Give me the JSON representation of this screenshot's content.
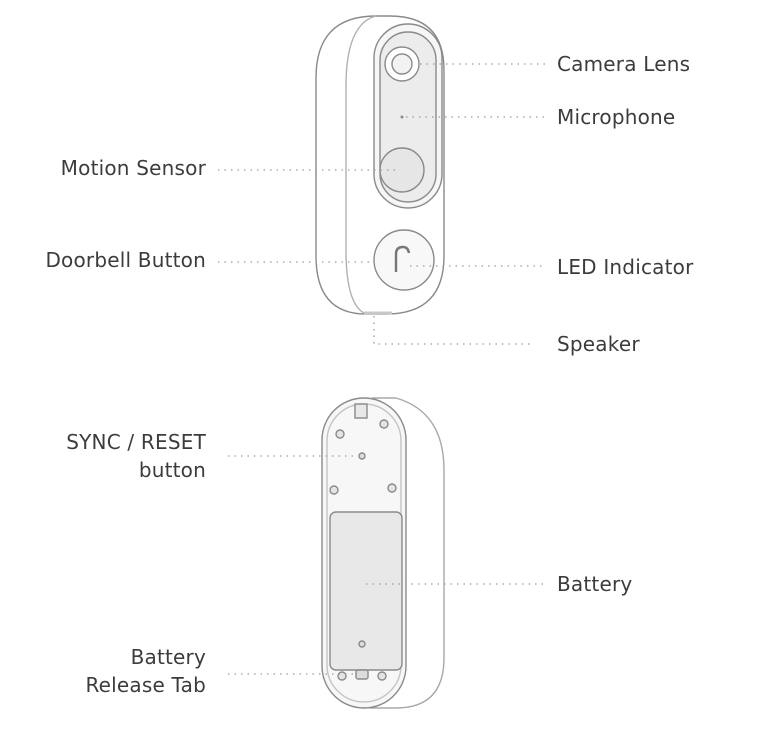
{
  "front_labels": {
    "camera_lens": "Camera Lens",
    "microphone": "Microphone",
    "motion_sensor": "Motion Sensor",
    "doorbell_button": "Doorbell Button",
    "led_indicator": "LED Indicator",
    "speaker": "Speaker"
  },
  "back_labels": {
    "sync_reset_line1": "SYNC / RESET",
    "sync_reset_line2": "button",
    "battery": "Battery",
    "battery_release_line1": "Battery",
    "battery_release_line2": "Release Tab"
  },
  "colors": {
    "outline": "#8a8a8a",
    "text": "#3c3c3c",
    "panel_fill": "#ededed",
    "leader": "#9a9a9a"
  }
}
